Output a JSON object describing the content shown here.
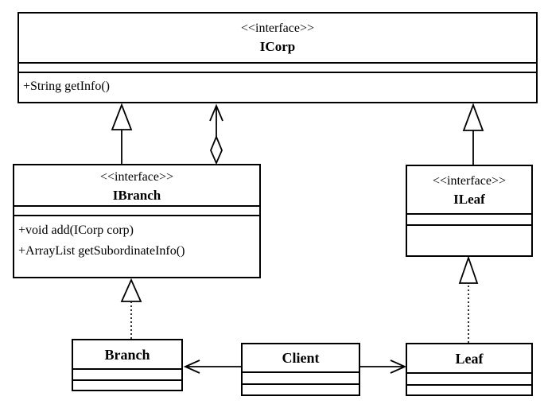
{
  "diagram_type": "uml-class-diagram-composite-pattern",
  "colors": {
    "line": "#000000",
    "background": "#ffffff",
    "box_fill": "#ffffff"
  },
  "classes": {
    "icorp": {
      "stereotype": "<<interface>>",
      "name": "ICorp",
      "attributes": [],
      "operations": [
        "+String getInfo()"
      ]
    },
    "ibranch": {
      "stereotype": "<<interface>>",
      "name": "IBranch",
      "attributes": [],
      "operations": [
        "+void add(ICorp corp)",
        "+ArrayList getSubordinateInfo()"
      ]
    },
    "ileaf": {
      "stereotype": "<<interface>>",
      "name": "ILeaf",
      "attributes": [],
      "operations": []
    },
    "branch": {
      "name": "Branch",
      "attributes": [],
      "operations": []
    },
    "client": {
      "name": "Client",
      "attributes": [],
      "operations": []
    },
    "leaf": {
      "name": "Leaf",
      "attributes": [],
      "operations": []
    }
  },
  "relationships": [
    {
      "from": "IBranch",
      "to": "ICorp",
      "type": "generalization",
      "line": "solid",
      "marker": "hollow-triangle"
    },
    {
      "from": "IBranch",
      "to": "ICorp",
      "type": "aggregation",
      "line": "solid",
      "marker": "hollow-diamond-at-IBranch, open-arrow-at-ICorp"
    },
    {
      "from": "ILeaf",
      "to": "ICorp",
      "type": "generalization",
      "line": "solid",
      "marker": "hollow-triangle"
    },
    {
      "from": "Branch",
      "to": "IBranch",
      "type": "realization",
      "line": "dotted",
      "marker": "hollow-triangle"
    },
    {
      "from": "Leaf",
      "to": "ILeaf",
      "type": "realization",
      "line": "dotted",
      "marker": "hollow-triangle"
    },
    {
      "from": "Client",
      "to": "Branch",
      "type": "association",
      "line": "solid",
      "marker": "open-arrow"
    },
    {
      "from": "Client",
      "to": "Leaf",
      "type": "association",
      "line": "solid",
      "marker": "open-arrow"
    }
  ]
}
